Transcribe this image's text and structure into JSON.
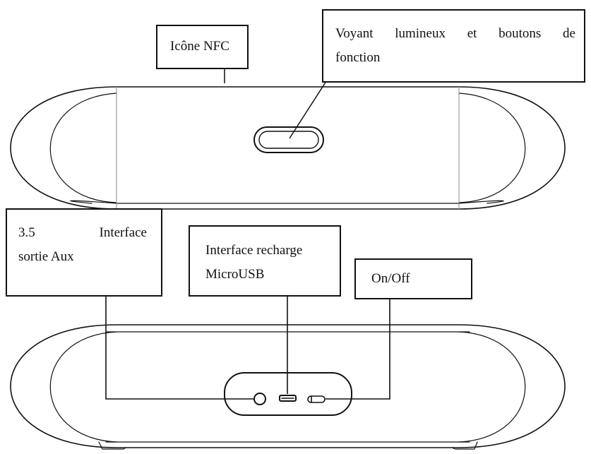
{
  "labels": {
    "nfc": "Icône NFC",
    "voyant_line1": "Voyant lumineux et boutons de",
    "voyant_line2": "fonction",
    "aux_line1": "3.5 Interface",
    "aux_line2": "sortie Aux",
    "usb_line1": "Interface recharge",
    "usb_line2": "MicroUSB",
    "onoff": "On/Off"
  },
  "colors": {
    "stroke": "#111111",
    "stroke_light": "#8a8a8a",
    "background": "#ffffff"
  }
}
